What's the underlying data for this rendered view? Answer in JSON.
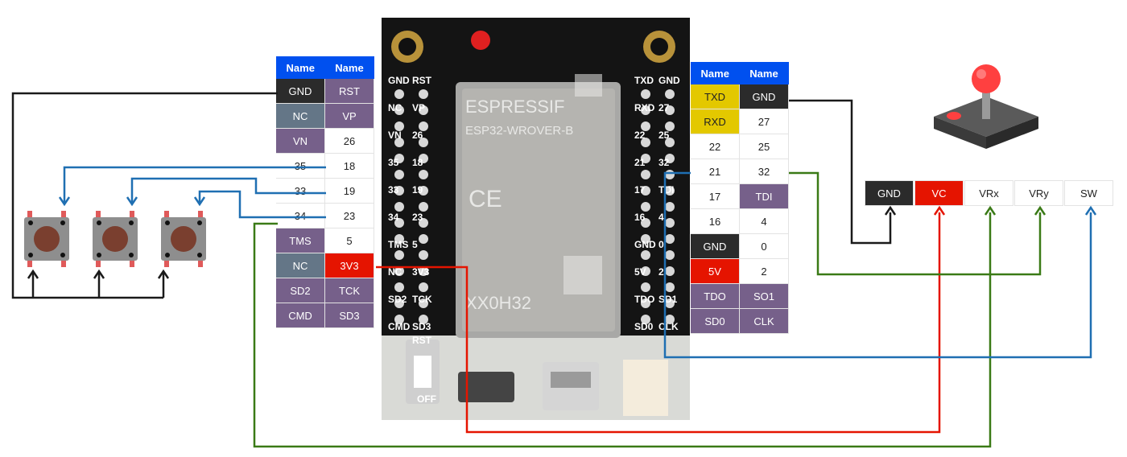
{
  "left_table": {
    "header": [
      "Name",
      "Name"
    ],
    "rows": [
      {
        "a": "GND",
        "b": "RST",
        "ac": "#2b2b2b",
        "bc": "#76608a"
      },
      {
        "a": "NC",
        "b": "VP",
        "ac": "#647687",
        "bc": "#76608a"
      },
      {
        "a": "VN",
        "b": "26",
        "ac": "#76608a",
        "bc": "#ffffff"
      },
      {
        "a": "35",
        "b": "18",
        "ac": "#ffffff",
        "bc": "#ffffff"
      },
      {
        "a": "33",
        "b": "19",
        "ac": "#ffffff",
        "bc": "#ffffff"
      },
      {
        "a": "34",
        "b": "23",
        "ac": "#ffffff",
        "bc": "#ffffff"
      },
      {
        "a": "TMS",
        "b": "5",
        "ac": "#76608a",
        "bc": "#ffffff"
      },
      {
        "a": "NC",
        "b": "3V3",
        "ac": "#647687",
        "bc": "#e51400"
      },
      {
        "a": "SD2",
        "b": "TCK",
        "ac": "#76608a",
        "bc": "#76608a"
      },
      {
        "a": "CMD",
        "b": "SD3",
        "ac": "#76608a",
        "bc": "#76608a"
      }
    ]
  },
  "right_table": {
    "header": [
      "Name",
      "Name"
    ],
    "rows": [
      {
        "a": "TXD",
        "b": "GND",
        "ac": "#e3c800",
        "bc": "#2b2b2b"
      },
      {
        "a": "RXD",
        "b": "27",
        "ac": "#e3c800",
        "bc": "#ffffff"
      },
      {
        "a": "22",
        "b": "25",
        "ac": "#ffffff",
        "bc": "#ffffff"
      },
      {
        "a": "21",
        "b": "32",
        "ac": "#ffffff",
        "bc": "#ffffff"
      },
      {
        "a": "17",
        "b": "TDI",
        "ac": "#ffffff",
        "bc": "#76608a"
      },
      {
        "a": "16",
        "b": "4",
        "ac": "#ffffff",
        "bc": "#ffffff"
      },
      {
        "a": "GND",
        "b": "0",
        "ac": "#2b2b2b",
        "bc": "#ffffff"
      },
      {
        "a": "5V",
        "b": "2",
        "ac": "#e51400",
        "bc": "#ffffff"
      },
      {
        "a": "TDO",
        "b": "SO1",
        "ac": "#76608a",
        "bc": "#76608a"
      },
      {
        "a": "SD0",
        "b": "CLK",
        "ac": "#76608a",
        "bc": "#76608a"
      }
    ]
  },
  "joystick_pins": [
    {
      "label": "GND",
      "color": "#2b2b2b"
    },
    {
      "label": "VC",
      "color": "#e51400"
    },
    {
      "label": "VRx",
      "color": "#ffffff"
    },
    {
      "label": "VRy",
      "color": "#ffffff"
    },
    {
      "label": "SW",
      "color": "#ffffff"
    }
  ],
  "board": {
    "brand": "ESPRESSIF",
    "module": "ESP32-WROVER-B",
    "chip_code": "XX0H32",
    "left_header_labels": [
      "GND",
      "RST",
      "NC",
      "VP",
      "VN",
      "26",
      "35",
      "18",
      "33",
      "19",
      "34",
      "23",
      "TMS",
      "5",
      "NC",
      "3V3",
      "SD2",
      "TCK",
      "CMD",
      "SD3"
    ],
    "right_header_labels": [
      "TXD",
      "GND",
      "RXD",
      "27",
      "22",
      "25",
      "21",
      "32",
      "17",
      "TDI",
      "16",
      "4",
      "GND",
      "0",
      "5V",
      "2",
      "TDO",
      "SD1",
      "SD0",
      "CLK"
    ],
    "rst_label": "RST",
    "off_label": "OFF"
  },
  "colors": {
    "header_blue": "#0050ef",
    "wire_black": "#1a1a1a",
    "wire_blue": "#1f6fb2",
    "wire_green": "#3a7a16",
    "wire_red": "#e51400",
    "text_dark": "#222222"
  }
}
